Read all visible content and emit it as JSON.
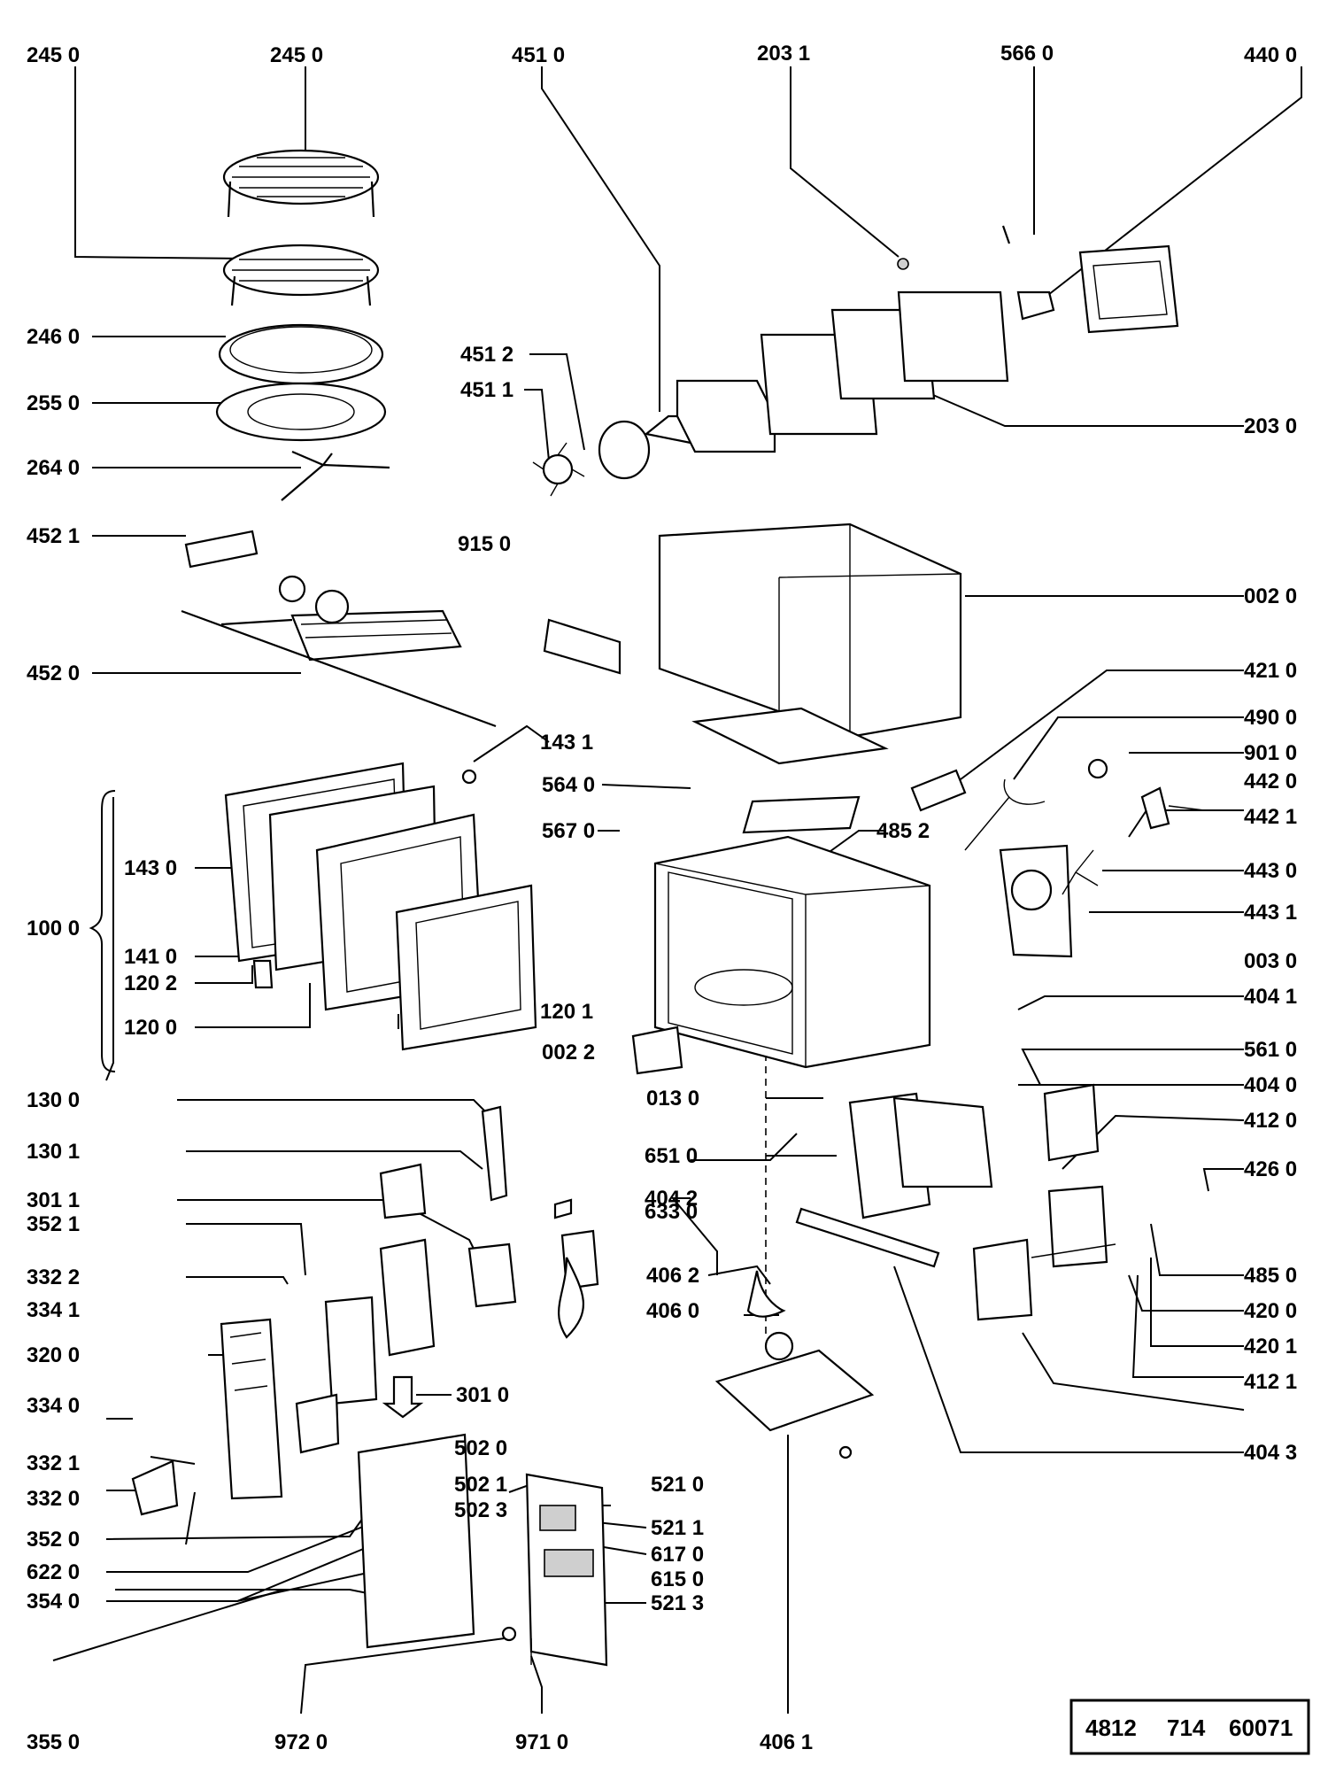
{
  "document_code": [
    "4812",
    "714",
    "60071"
  ],
  "labels": [
    {
      "id": "l1",
      "text": "245 0"
    },
    {
      "id": "l2",
      "text": "245 0"
    },
    {
      "id": "l3",
      "text": "451 0"
    },
    {
      "id": "l4",
      "text": "203 1"
    },
    {
      "id": "l5",
      "text": "566 0"
    },
    {
      "id": "l6",
      "text": "440 0"
    },
    {
      "id": "l7",
      "text": "246 0"
    },
    {
      "id": "l8",
      "text": "255 0"
    },
    {
      "id": "l9",
      "text": "264 0"
    },
    {
      "id": "l10",
      "text": "451 2"
    },
    {
      "id": "l11",
      "text": "451 1"
    },
    {
      "id": "l12",
      "text": "915 0"
    },
    {
      "id": "l13",
      "text": "203 0"
    },
    {
      "id": "l14",
      "text": "452 1"
    },
    {
      "id": "l15",
      "text": "002 0"
    },
    {
      "id": "l16",
      "text": "452 0"
    },
    {
      "id": "l17",
      "text": "421 0"
    },
    {
      "id": "l18",
      "text": "143 1"
    },
    {
      "id": "l19",
      "text": "490 0"
    },
    {
      "id": "l20",
      "text": "564 0"
    },
    {
      "id": "l21",
      "text": "901 0"
    },
    {
      "id": "l22",
      "text": "442 0"
    },
    {
      "id": "l23",
      "text": "567 0"
    },
    {
      "id": "l24",
      "text": "485 2"
    },
    {
      "id": "l25",
      "text": "442 1"
    },
    {
      "id": "l26",
      "text": "143 0"
    },
    {
      "id": "l27",
      "text": "443 0"
    },
    {
      "id": "l28",
      "text": "443 1"
    },
    {
      "id": "l29",
      "text": "100 0"
    },
    {
      "id": "l30",
      "text": "003 0"
    },
    {
      "id": "l31",
      "text": "141 0"
    },
    {
      "id": "l32",
      "text": "120 2"
    },
    {
      "id": "l33",
      "text": "404 1"
    },
    {
      "id": "l34",
      "text": "120 0"
    },
    {
      "id": "l35",
      "text": "120 1"
    },
    {
      "id": "l36",
      "text": "561 0"
    },
    {
      "id": "l37",
      "text": "002 2"
    },
    {
      "id": "l38",
      "text": "013 0"
    },
    {
      "id": "l39",
      "text": "404 0"
    },
    {
      "id": "l40",
      "text": "130 0"
    },
    {
      "id": "l41",
      "text": "651 0"
    },
    {
      "id": "l42",
      "text": "412 0"
    },
    {
      "id": "l43",
      "text": "130 1"
    },
    {
      "id": "l44",
      "text": "404 2"
    },
    {
      "id": "l45",
      "text": "426 0"
    },
    {
      "id": "l46",
      "text": "301 1"
    },
    {
      "id": "l47",
      "text": "633 0"
    },
    {
      "id": "l48",
      "text": "352 1"
    },
    {
      "id": "l49",
      "text": "332 2"
    },
    {
      "id": "l50",
      "text": "406 2"
    },
    {
      "id": "l51",
      "text": "485 0"
    },
    {
      "id": "l52",
      "text": "334 1"
    },
    {
      "id": "l53",
      "text": "406 0"
    },
    {
      "id": "l54",
      "text": "420 0"
    },
    {
      "id": "l55",
      "text": "320 0"
    },
    {
      "id": "l56",
      "text": "420 1"
    },
    {
      "id": "l57",
      "text": "334 0"
    },
    {
      "id": "l58",
      "text": "301 0"
    },
    {
      "id": "l59",
      "text": "412 1"
    },
    {
      "id": "l60",
      "text": "502 0"
    },
    {
      "id": "l61",
      "text": "332 1"
    },
    {
      "id": "l62",
      "text": "404 3"
    },
    {
      "id": "l63",
      "text": "502 1"
    },
    {
      "id": "l64",
      "text": "521 0"
    },
    {
      "id": "l65",
      "text": "332 0"
    },
    {
      "id": "l66",
      "text": "502 3"
    },
    {
      "id": "l67",
      "text": "521 1"
    },
    {
      "id": "l68",
      "text": "352 0"
    },
    {
      "id": "l69",
      "text": "617 0"
    },
    {
      "id": "l70",
      "text": "622 0"
    },
    {
      "id": "l71",
      "text": "615 0"
    },
    {
      "id": "l72",
      "text": "354 0"
    },
    {
      "id": "l73",
      "text": "521 3"
    },
    {
      "id": "l74",
      "text": "355 0"
    },
    {
      "id": "l75",
      "text": "972 0"
    },
    {
      "id": "l76",
      "text": "971 0"
    },
    {
      "id": "l77",
      "text": "406 1"
    }
  ]
}
